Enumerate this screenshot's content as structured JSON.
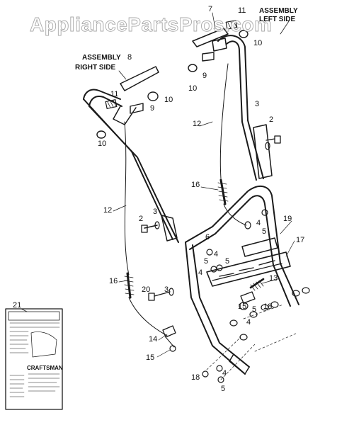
{
  "watermark": "AppliancePartsPros.com",
  "assembly_labels": {
    "left_line1": "ASSEMBLY",
    "left_line2": "LEFT SIDE",
    "right_line1": "ASSEMBLY",
    "right_line2": "RIGHT SIDE"
  },
  "callouts": {
    "c2a": "2",
    "c2b": "2",
    "c3a": "3",
    "c3b": "3",
    "c3c": "3",
    "c4a": "4",
    "c4b": "4",
    "c4c": "4",
    "c4d": "4",
    "c5a": "5",
    "c5b": "5",
    "c5c": "5",
    "c5d": "5",
    "c5e": "5",
    "c6": "6",
    "c7": "7",
    "c8": "8",
    "c9a": "9",
    "c9b": "9",
    "c10a": "10",
    "c10b": "10",
    "c10c": "10",
    "c10d": "10",
    "c11a": "11",
    "c11b": "11",
    "c12a": "12",
    "c12b": "12",
    "c13": "13",
    "c14": "14",
    "c15a": "15",
    "c15b": "15",
    "c16a": "16",
    "c16b": "16",
    "c17": "17",
    "c18a": "18",
    "c18b": "18",
    "c19": "19",
    "c20": "20",
    "c21": "21"
  },
  "manual": {
    "brand": "CRAFTSMAN"
  }
}
